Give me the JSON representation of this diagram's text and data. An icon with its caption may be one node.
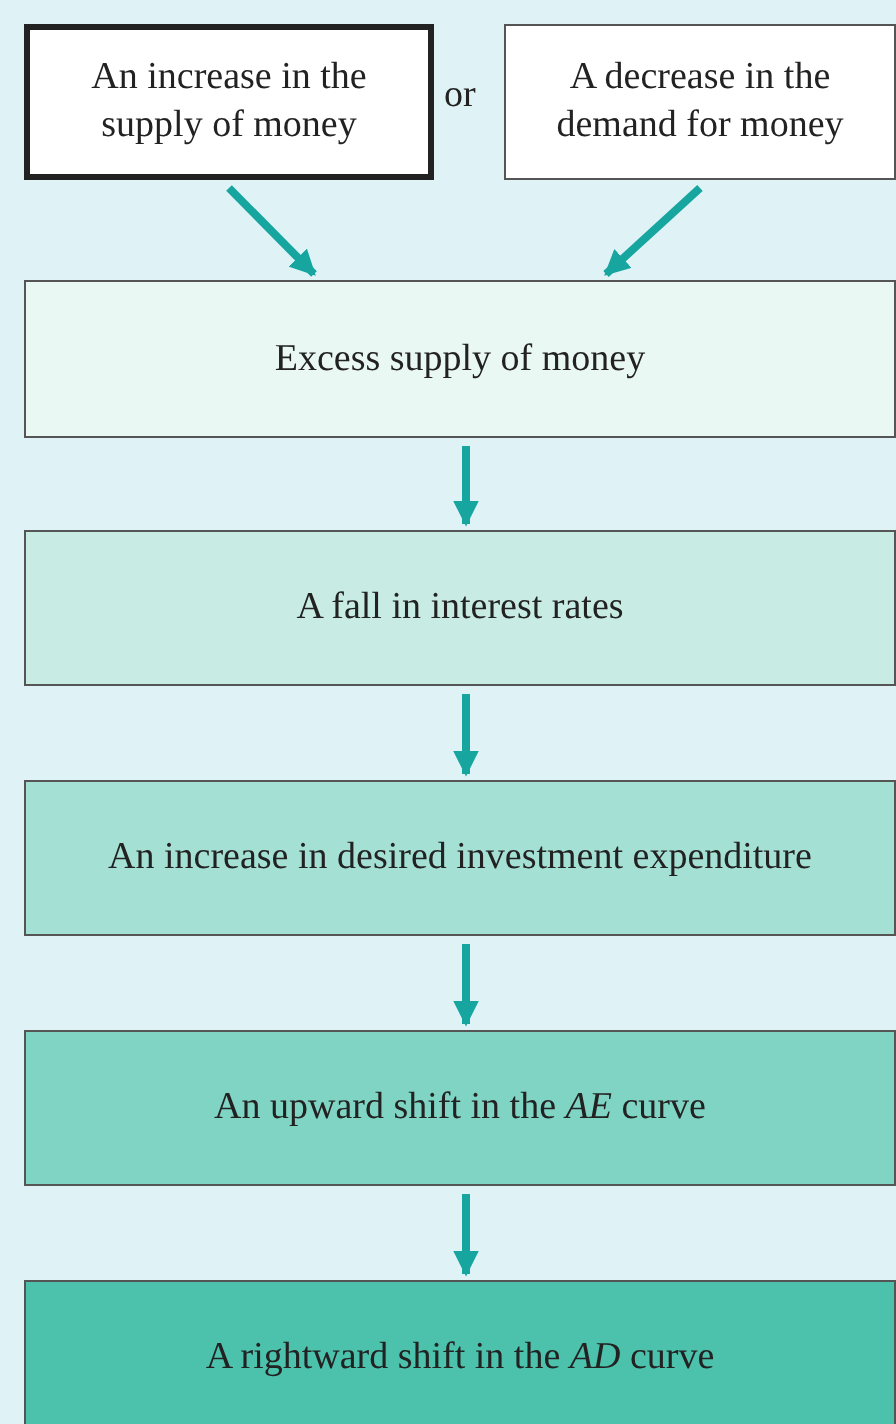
{
  "diagram": {
    "nodes": [
      {
        "text": [
          "An increase in the supply of money"
        ]
      },
      {
        "text": [
          "A decrease in the demand for money"
        ]
      },
      {
        "text": [
          "Excess supply of money"
        ]
      },
      {
        "text": [
          "A fall in interest rates"
        ]
      },
      {
        "text": [
          "An increase in desired investment expenditure"
        ]
      },
      {
        "text": [
          "An upward shift in the *AE* curve"
        ]
      },
      {
        "text": [
          "A rightward shift in the *AD* curve"
        ]
      }
    ],
    "edges": [
      {
        "from": 0,
        "to": 2,
        "arrow": "to"
      },
      {
        "from": 1,
        "to": 2,
        "arrow": "to"
      },
      {
        "from": 2,
        "to": 3,
        "arrow": "to"
      },
      {
        "from": 3,
        "to": 4,
        "arrow": "to"
      },
      {
        "from": 4,
        "to": 5,
        "arrow": "to"
      },
      {
        "from": 5,
        "to": 6,
        "arrow": "to"
      }
    ],
    "labels": [
      "or"
    ]
  }
}
